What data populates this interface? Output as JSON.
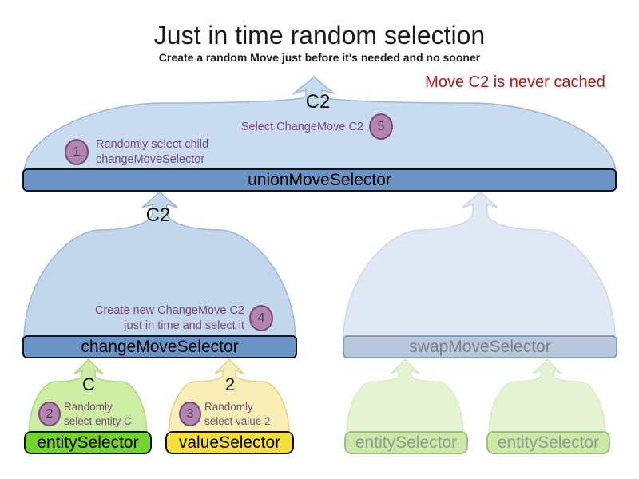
{
  "header": {
    "title": "Just in time random selection",
    "subtitle": "Create a random Move just before it's needed and no sooner"
  },
  "annotation": {
    "note": "Move C2 is never cached"
  },
  "selectors": {
    "union": {
      "label": "unionMoveSelector",
      "output": "C2"
    },
    "change": {
      "label": "changeMoveSelector",
      "output": "C2"
    },
    "swap": {
      "label": "swapMoveSelector"
    },
    "entity": {
      "label": "entitySelector",
      "output": "C"
    },
    "value": {
      "label": "valueSelector",
      "output": "2"
    },
    "entity_faded_1": {
      "label": "entitySelector"
    },
    "entity_faded_2": {
      "label": "entitySelector"
    }
  },
  "steps": [
    {
      "num": "1",
      "line1": "Randomly select child",
      "line2": "changeMoveSelector"
    },
    {
      "num": "2",
      "line1": "Randomly",
      "line2": "select entity C"
    },
    {
      "num": "3",
      "line1": "Randomly",
      "line2": "select value 2"
    },
    {
      "num": "4",
      "line1": "Create new ChangeMove C2",
      "line2": "just in time and select it"
    },
    {
      "num": "5",
      "line1": "Select ChangeMove C2"
    }
  ],
  "colors": {
    "active_bar_blue": "#6b94c6",
    "faded_bar_blue": "#b7c7de",
    "bell_blue": "#c9dbee",
    "bell_blue_faded": "#dfe8f4",
    "entity_green": "#72d22e",
    "value_yellow": "#f8de3c",
    "faded_green": "#cbe8a8",
    "badge_purple": "#b184b1",
    "annotation_purple": "#7b4a78",
    "note_red": "#b11818"
  }
}
